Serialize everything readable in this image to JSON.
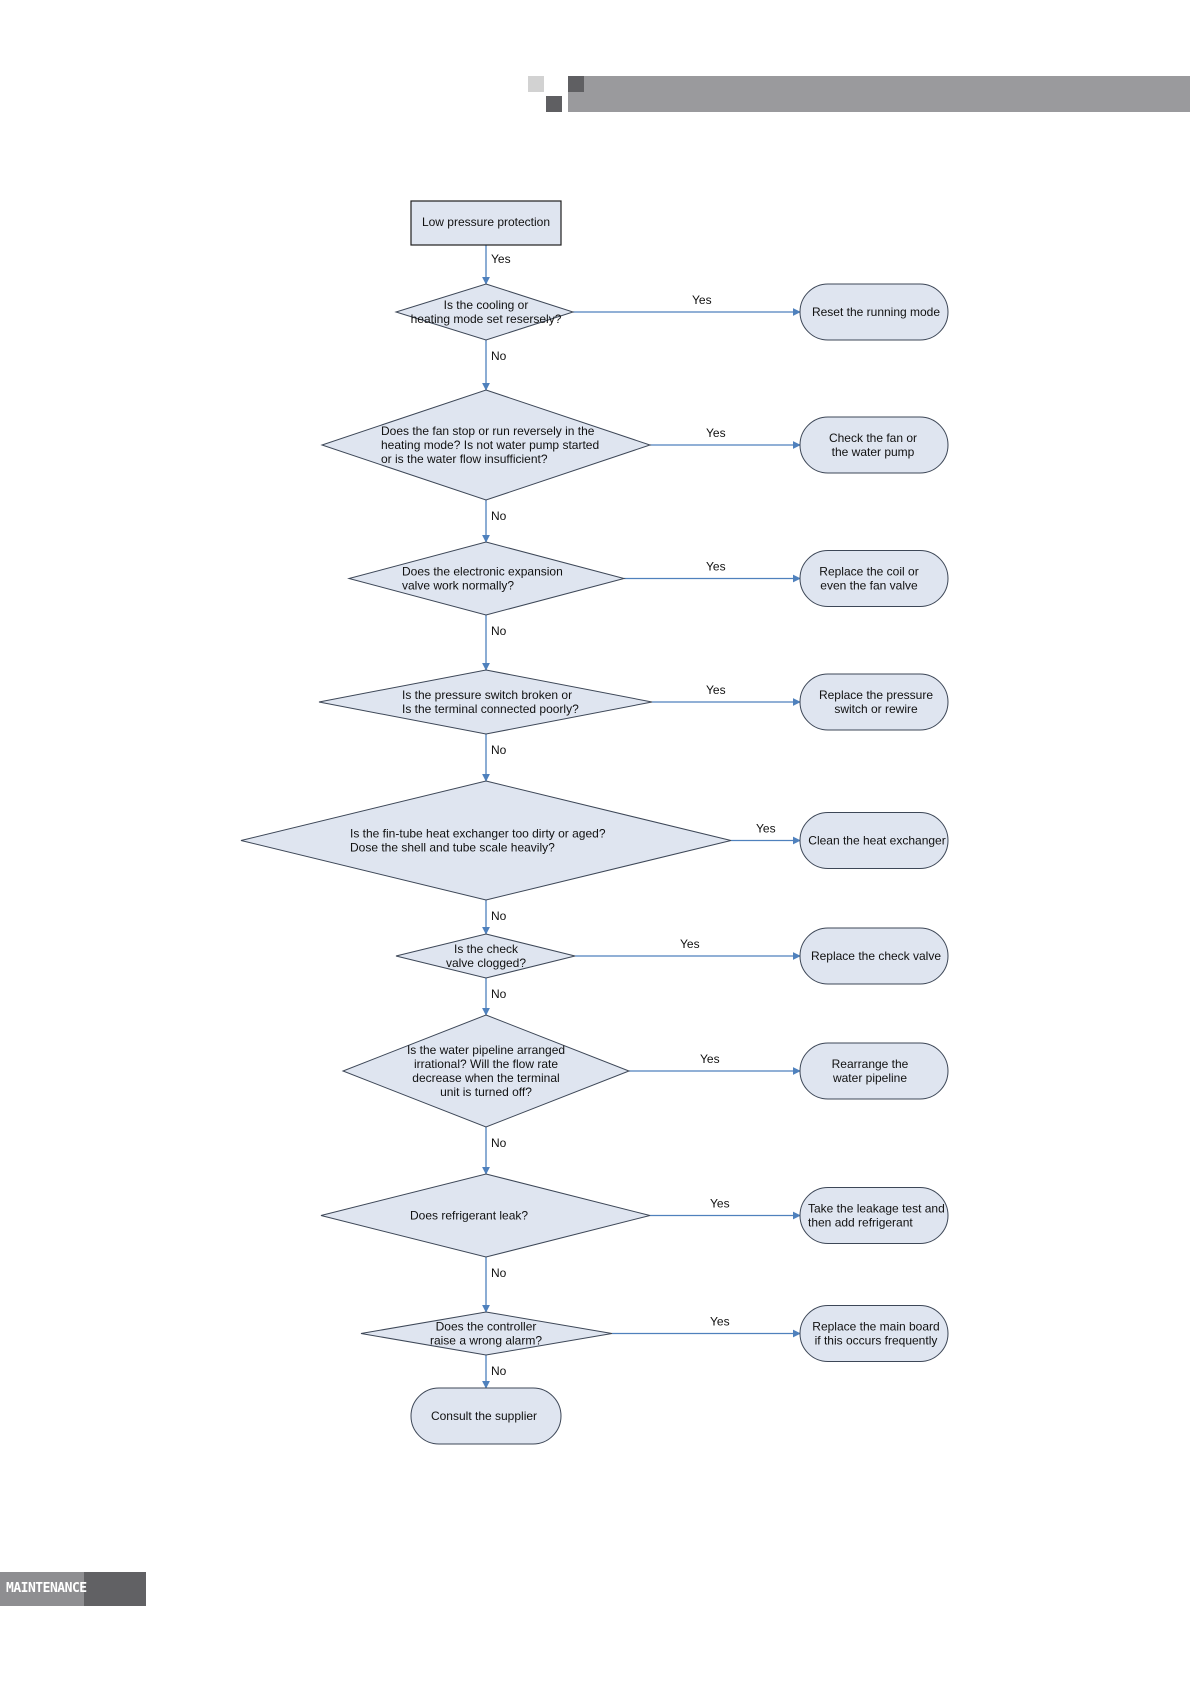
{
  "footer": {
    "section_label": "MAINTENANCE"
  },
  "theme": {
    "shape_fill": "#dfe5f0",
    "connector_color": "#4f81bd",
    "header_bar": "#9a9a9d"
  },
  "flowchart": {
    "start": "Low pressure protection",
    "edge_yes": "Yes",
    "edge_no": "No",
    "decisions": [
      {
        "question": [
          "Is the cooling or",
          "heating mode set resersely?"
        ],
        "action": [
          "Reset the running mode"
        ]
      },
      {
        "question": [
          "Does the fan stop or run reversely in the",
          "heating mode?  Is not water pump started",
          "or is the water flow insufficient?"
        ],
        "action": [
          "Check the fan or",
          "the water pump"
        ]
      },
      {
        "question": [
          "Does the electronic expansion",
          "valve work normally?"
        ],
        "action": [
          "Replace the coil or",
          "even the fan valve"
        ]
      },
      {
        "question": [
          "Is the pressure switch broken or",
          "Is the terminal connected poorly?"
        ],
        "action": [
          "Replace the pressure",
          "switch or rewire"
        ]
      },
      {
        "question": [
          "Is the fin-tube heat exchanger too dirty or aged?",
          "Dose the shell and tube scale heavily?"
        ],
        "action": [
          "Clean the heat exchanger"
        ]
      },
      {
        "question": [
          "Is the check",
          "valve clogged?"
        ],
        "action": [
          "Replace the check valve"
        ]
      },
      {
        "question": [
          "Is the water pipeline arranged",
          "irrational? Will the flow rate",
          "decrease when the terminal",
          "unit is turned off?"
        ],
        "action": [
          "Rearrange the",
          "water pipeline"
        ]
      },
      {
        "question": [
          "Does refrigerant leak?"
        ],
        "action": [
          "Take the leakage test and",
          "then add refrigerant"
        ]
      },
      {
        "question": [
          "Does the controller",
          "raise a wrong alarm?"
        ],
        "action": [
          "Replace the main board",
          "if this occurs frequently"
        ]
      }
    ],
    "end": "Consult the supplier"
  }
}
